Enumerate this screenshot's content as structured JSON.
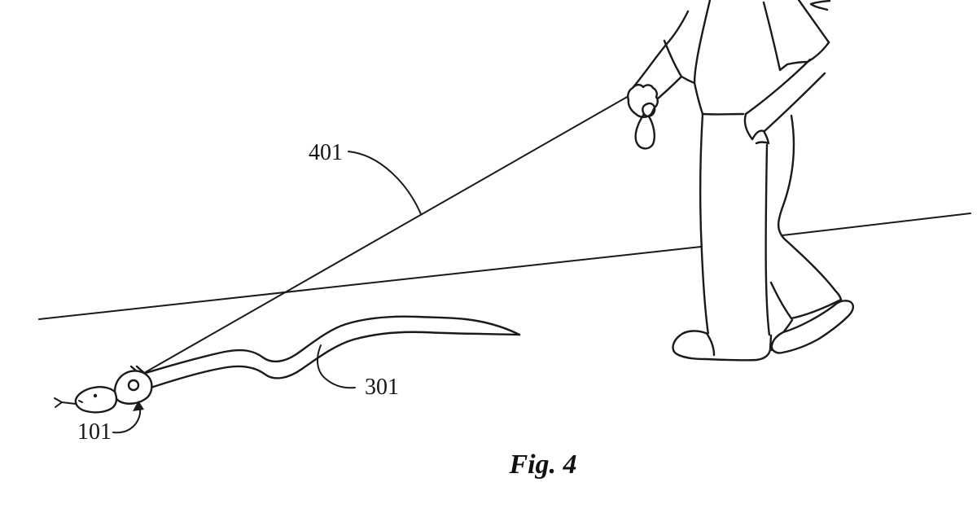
{
  "figure": {
    "type": "patent-line-drawing",
    "caption": "Fig. 4",
    "reference_labels": {
      "leash": "401",
      "snake_body": "301",
      "head_unit": "101"
    }
  },
  "colors": {
    "background": "#ffffff",
    "line": "#1a1a1a"
  }
}
